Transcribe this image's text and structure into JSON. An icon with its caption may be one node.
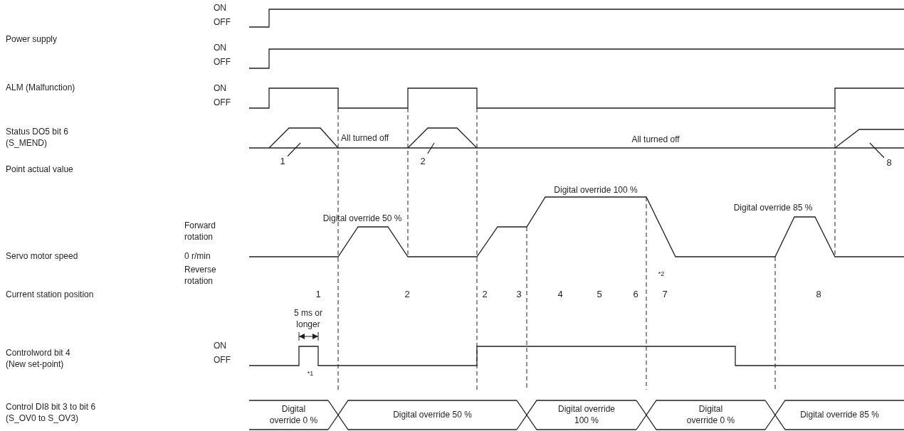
{
  "diagram": {
    "nodes": [
      {
        "text": [
          "1"
        ]
      },
      {
        "text": [
          "2"
        ]
      },
      {
        "text": [
          "8"
        ]
      },
      {
        "text": [
          "Digital override 0 %"
        ]
      },
      {
        "text": [
          "Digital override 50 %"
        ]
      },
      {
        "text": [
          "Digital override 100 %"
        ]
      },
      {
        "text": [
          "Digital override 0 %"
        ]
      },
      {
        "text": [
          "Digital override 85 %"
        ]
      },
      {
        "text": [],
        "shape": "trapezoid"
      },
      {
        "text": [],
        "shape": "trapezoid"
      },
      {
        "text": [],
        "shape": "trapezoid"
      }
    ],
    "edges": [
      {
        "from": 0,
        "to": 8,
        "arrow": "none"
      },
      {
        "from": 1,
        "to": 9,
        "arrow": "none"
      },
      {
        "from": 2,
        "to": 10,
        "arrow": "none"
      }
    ],
    "labels": [
      "Power supply",
      "ON",
      "OFF",
      "ALM (Malfunction)",
      "ON",
      "OFF",
      "Status DO5 bit 6 (S_MEND)",
      "ON",
      "OFF",
      "Point actual value",
      "All turned off",
      "All turned off",
      "Digital override 100 %",
      "Forward rotation",
      "Digital override 50 %",
      "Digital override 85 %",
      "Servo motor speed",
      "0 r/min",
      "Reverse rotation",
      "*2",
      "Current station position",
      "1",
      "2",
      "2",
      "3",
      "4",
      "5",
      "6",
      "7",
      "8",
      "5 ms or longer",
      "Controlword bit 4 (New set-point)",
      "ON",
      "OFF",
      "*1",
      "Control DI8 bit 3 to bit 6 (S_OV0 to S_OV3)"
    ]
  }
}
